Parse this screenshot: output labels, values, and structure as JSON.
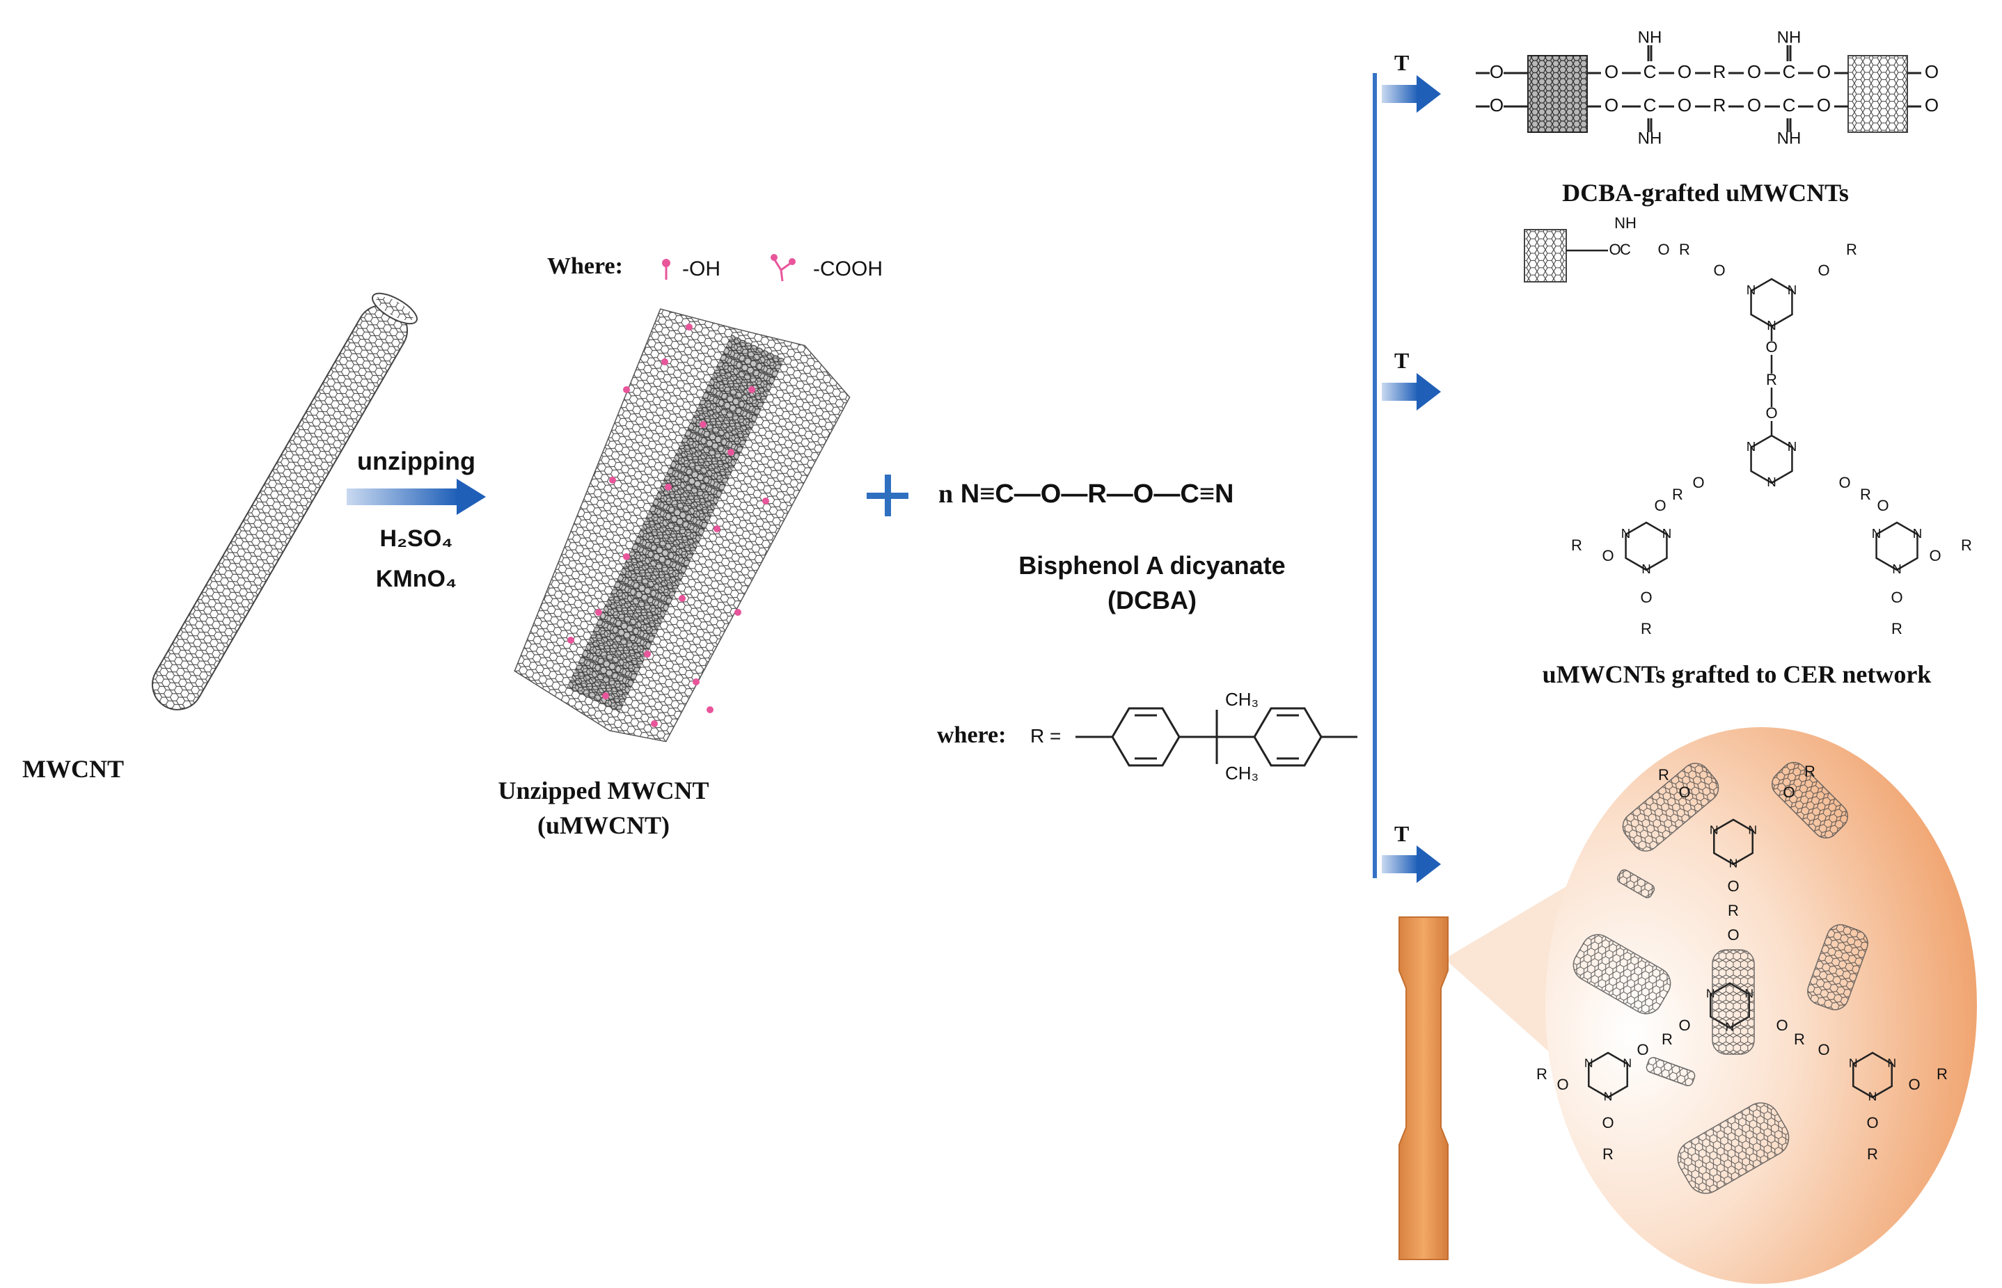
{
  "mwcnt": {
    "label": "MWCNT"
  },
  "reaction": {
    "arrow_label": "unzipping",
    "reagent_1": "H₂SO₄",
    "reagent_2": "KMnO₄"
  },
  "umwcnt": {
    "legend_prefix": "Where:",
    "legend_oh": "-OH",
    "legend_cooh": "-COOH",
    "label_line1": "Unzipped MWCNT",
    "label_line2": "(uMWCNT)"
  },
  "dcba": {
    "plus": "+",
    "formula": [
      "n",
      "N≡C",
      "—",
      "O",
      "—",
      "R",
      "—",
      "O",
      "—",
      "C≡N"
    ],
    "name_line1": "Bisphenol A dicyanate",
    "name_line2": "(DCBA)",
    "where_label": "where:",
    "r_label": "R =",
    "ch3_top": "CH₃",
    "ch3_bottom": "CH₃"
  },
  "branches": {
    "temp_label": "T",
    "product_1": "DCBA-grafted uMWCNTs",
    "product_2": "uMWCNTs grafted to CER network"
  },
  "chem": {
    "imine": "NH",
    "ring_n": "N",
    "o": "O",
    "r": "R",
    "c": "C"
  },
  "colors": {
    "arrow_blue": "#2f6fc0",
    "divider_blue": "#3572c6",
    "hydroxyl_pink": "#e8559a",
    "specimen_orange": "#e79a55",
    "bubble_orange": "#f2a573"
  }
}
